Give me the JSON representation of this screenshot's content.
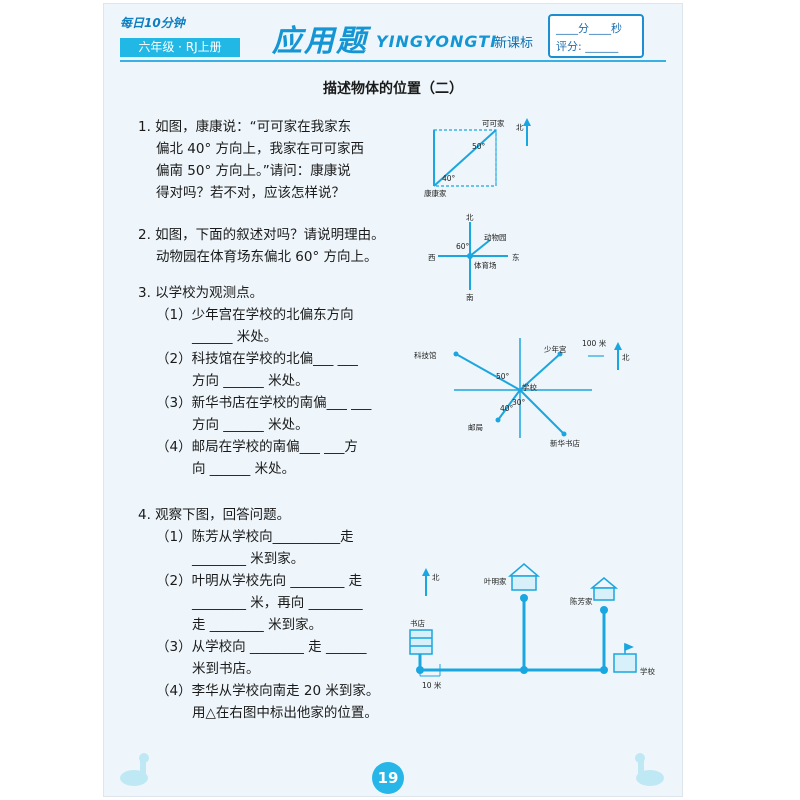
{
  "header": {
    "badge": "每日10分钟",
    "grade": "六年级 · RJ上册",
    "title": "应用题",
    "subtitle_en": "YINGYONGTI",
    "edition": "新课标",
    "time_label": "____分____秒",
    "score_label": "评分: ______"
  },
  "page_title": "描述物体的位置（二）",
  "q1": {
    "lines": [
      "1. 如图，康康说：“可可家在我家东",
      "偏北 40° 方向上，我家在可可家西",
      "偏南 50° 方向上。”请问：康康说",
      "得对吗？若不对，应该怎样说？"
    ],
    "diagram": {
      "kekejia": "可可家",
      "north": "北",
      "kangkangjia": "康康家",
      "angle_top": "50°",
      "angle_bottom": "40°"
    }
  },
  "q2": {
    "lines": [
      "2. 如图，下面的叙述对吗？请说明理由。",
      "动物园在体育场东偏北 60° 方向上。"
    ],
    "diagram": {
      "north": "北",
      "south": "南",
      "east": "东",
      "west": "西",
      "zoo": "动物园",
      "stadium": "体育场",
      "angle": "60°"
    }
  },
  "q3": {
    "lines": [
      "3. 以学校为观测点。",
      "（1）少年宫在学校的北偏东方向",
      "______ 米处。",
      "（2）科技馆在学校的北偏___ ___",
      "方向 ______ 米处。",
      "（3）新华书店在学校的南偏___ ___",
      "方向 ______ 米处。",
      "（4）邮局在学校的南偏___ ___方",
      "向 ______ 米处。"
    ],
    "diagram": {
      "sci": "科技馆",
      "youth": "少年宫",
      "school": "学校",
      "post": "邮局",
      "book": "新华书店",
      "scale": "100 米",
      "north": "北",
      "a1": "50°",
      "a2": "30°",
      "a3": "40°"
    }
  },
  "q4": {
    "lines": [
      "4. 观察下图，回答问题。",
      "（1）陈芳从学校向__________走",
      "________ 米到家。",
      "（2）叶明从学校先向 ________ 走",
      "________ 米，再向 ________",
      "走 ________ 米到家。",
      "（3）从学校向 ________ 走 ______",
      "米到书店。",
      "（4）李华从学校向南走 20 米到家。",
      "用△在右图中标出他家的位置。"
    ],
    "diagram": {
      "north": "北",
      "ye": "叶明家",
      "chen": "陈芳家",
      "bookstore": "书店",
      "school": "学校",
      "scale": "10 米"
    }
  },
  "page_number": "19"
}
